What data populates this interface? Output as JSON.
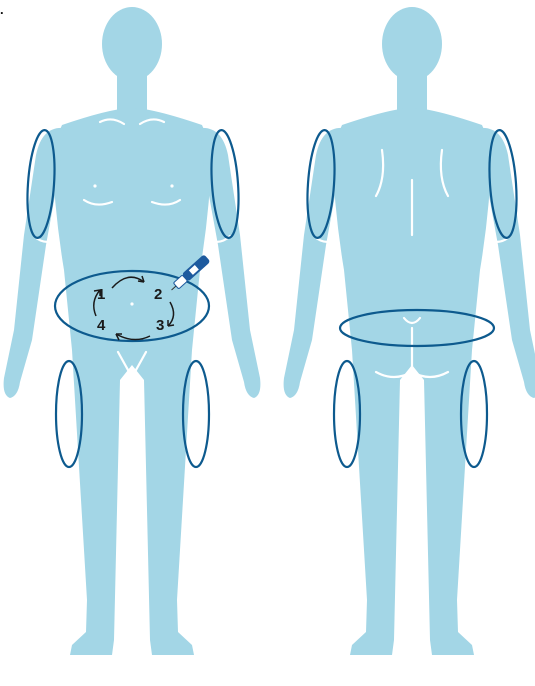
{
  "corner_mark": ".",
  "colors": {
    "body": "#a3d6e6",
    "site_outline": "#0d5a8e",
    "pen_body": "#1d5a9e",
    "arrow": "#1a1a1a"
  },
  "front_figure": {
    "injection_sites": [
      "left-upper-arm",
      "right-upper-arm",
      "abdomen",
      "left-thigh",
      "right-thigh"
    ],
    "rotation_numbers": [
      "1",
      "2",
      "3",
      "4"
    ],
    "icons": [
      "injection-pen-icon",
      "rotation-arrows-icon"
    ]
  },
  "back_figure": {
    "injection_sites": [
      "left-upper-arm",
      "right-upper-arm",
      "lower-back",
      "left-thigh",
      "right-thigh"
    ]
  }
}
